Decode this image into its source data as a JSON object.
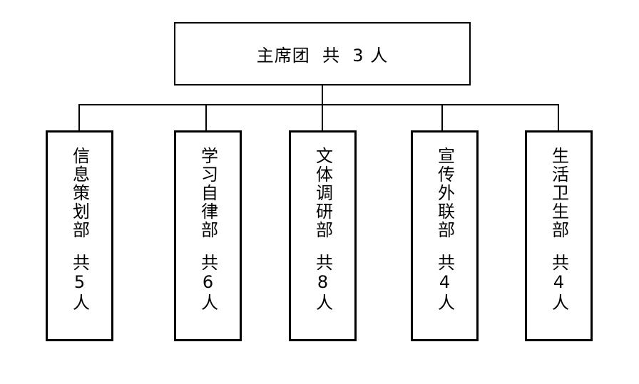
{
  "root": {
    "label": "主席团  共  3 人"
  },
  "departments": [
    {
      "name": "信息策划部",
      "count": "共5人"
    },
    {
      "name": "学习自律部",
      "count": "共6人"
    },
    {
      "name": "文体调研部",
      "count": "共8人"
    },
    {
      "name": "宣传外联部",
      "count": "共4人"
    },
    {
      "name": "生活卫生部",
      "count": "共4人"
    }
  ],
  "colors": {
    "line": "#000000",
    "box_border": "#000000",
    "background": "#ffffff"
  }
}
